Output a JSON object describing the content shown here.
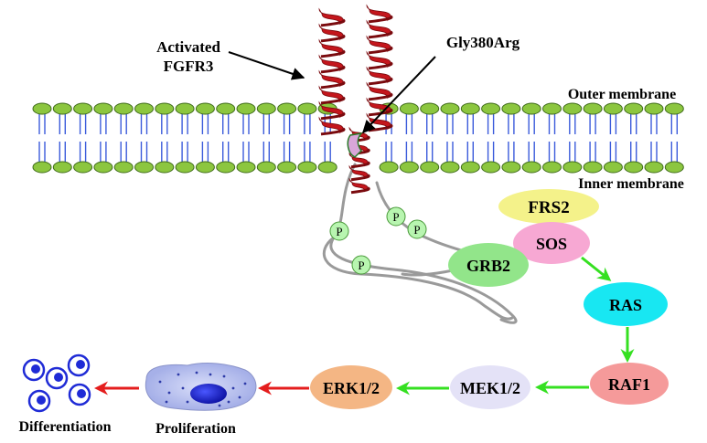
{
  "labels": {
    "activated_line1": "Activated",
    "activated_line2": "FGFR3",
    "mutation": "Gly380Arg",
    "outer_membrane": "Outer membrane",
    "inner_membrane": "Inner membrane",
    "differentiation": "Differentiation",
    "proliferation": "Proliferation"
  },
  "phospho_label": "P",
  "nodes": {
    "frs2": "FRS2",
    "sos": "SOS",
    "grb2": "GRB2",
    "ras": "RAS",
    "raf1": "RAF1",
    "mek": "MEK1/2",
    "erk": "ERK1/2"
  },
  "colors": {
    "helix": "#c4161c",
    "helix_dark": "#7a0a0e",
    "membrane_head": "#8cc63f",
    "membrane_head_stroke": "#3f6b1a",
    "membrane_tail": "#3b5bdb",
    "frs2": "#f4f28a",
    "sos": "#f7a8d3",
    "grb2": "#92e58a",
    "ras": "#18e7f2",
    "raf1": "#f59a9a",
    "mek": "#e4e2f7",
    "erk": "#f4b684",
    "phospho": "#b8f5b0",
    "green_arrow": "#35e021",
    "red_arrow": "#e41d1d",
    "cell": "#b7c0ee",
    "nucleus": "#1f2bd6"
  }
}
